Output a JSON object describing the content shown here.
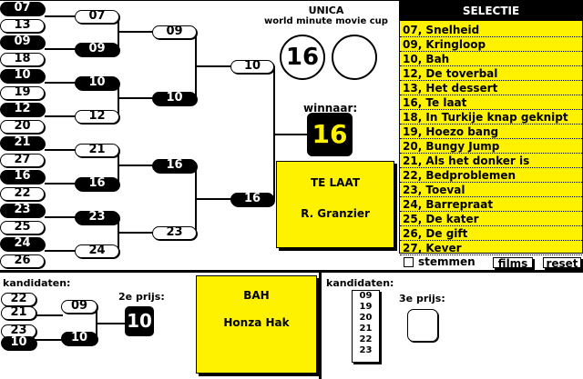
{
  "title": "UNICA",
  "subtitle": "world minute movie cup",
  "bracket": {
    "round1": [
      {
        "v": "07",
        "win": true
      },
      {
        "v": "13",
        "win": false
      },
      {
        "v": "09",
        "win": true
      },
      {
        "v": "18",
        "win": false
      },
      {
        "v": "10",
        "win": true
      },
      {
        "v": "19",
        "win": false
      },
      {
        "v": "12",
        "win": true
      },
      {
        "v": "20",
        "win": false
      },
      {
        "v": "21",
        "win": true
      },
      {
        "v": "27",
        "win": false
      },
      {
        "v": "16",
        "win": true
      },
      {
        "v": "22",
        "win": false
      },
      {
        "v": "23",
        "win": true
      },
      {
        "v": "25",
        "win": false
      },
      {
        "v": "24",
        "win": true
      },
      {
        "v": "26",
        "win": false
      }
    ],
    "round2": [
      {
        "v": "07",
        "win": false
      },
      {
        "v": "09",
        "win": true
      },
      {
        "v": "10",
        "win": true
      },
      {
        "v": "12",
        "win": false
      },
      {
        "v": "21",
        "win": false
      },
      {
        "v": "16",
        "win": true
      },
      {
        "v": "23",
        "win": true
      },
      {
        "v": "24",
        "win": false
      }
    ],
    "round3": [
      {
        "v": "09",
        "win": false
      },
      {
        "v": "10",
        "win": true
      },
      {
        "v": "16",
        "win": true
      },
      {
        "v": "23",
        "win": false
      }
    ],
    "round4": [
      {
        "v": "10",
        "win": false
      },
      {
        "v": "16",
        "win": true
      }
    ]
  },
  "circles": [
    "16",
    ""
  ],
  "winner": {
    "label": "winnaar:",
    "value": "16",
    "title": "TE LAAT",
    "author": "R. Granzier"
  },
  "selectie": {
    "header": "SELECTIE",
    "items": [
      "07, Snelheid",
      "09, Kringloop",
      "10, Bah",
      "12, De toverbal",
      "13, Het dessert",
      "16, Te laat",
      "18, In Turkije knap geknipt",
      "19, Hoezo bang",
      "20, Bungy Jump",
      "21, Als het donker is",
      "22, Bedproblemen",
      "23, Toeval",
      "24, Barrepraat",
      "25, De kater",
      "26, De gift",
      "27, Kever"
    ],
    "stemmen_label": "stemmen",
    "stemmen_checked": false,
    "films_label": "films",
    "reset_label": "reset"
  },
  "second": {
    "kandidaten_label": "kandidaten:",
    "candidates": [
      {
        "v": "22",
        "win": false
      },
      {
        "v": "21",
        "win": false
      },
      {
        "v": "23",
        "win": false
      },
      {
        "v": "10",
        "win": true
      }
    ],
    "semis": [
      {
        "v": "09",
        "win": false
      },
      {
        "v": "10",
        "win": true
      }
    ],
    "prize_label": "2e prijs:",
    "prize_value": "10",
    "title": "BAH",
    "author": "Honza Hak"
  },
  "third": {
    "kandidaten_label": "kandidaten:",
    "list": [
      "09",
      "19",
      "20",
      "21",
      "22",
      "23"
    ],
    "prize_label": "3e prijs:",
    "prize_value": ""
  },
  "colors": {
    "yellow": "#fff200",
    "black": "#000000"
  }
}
